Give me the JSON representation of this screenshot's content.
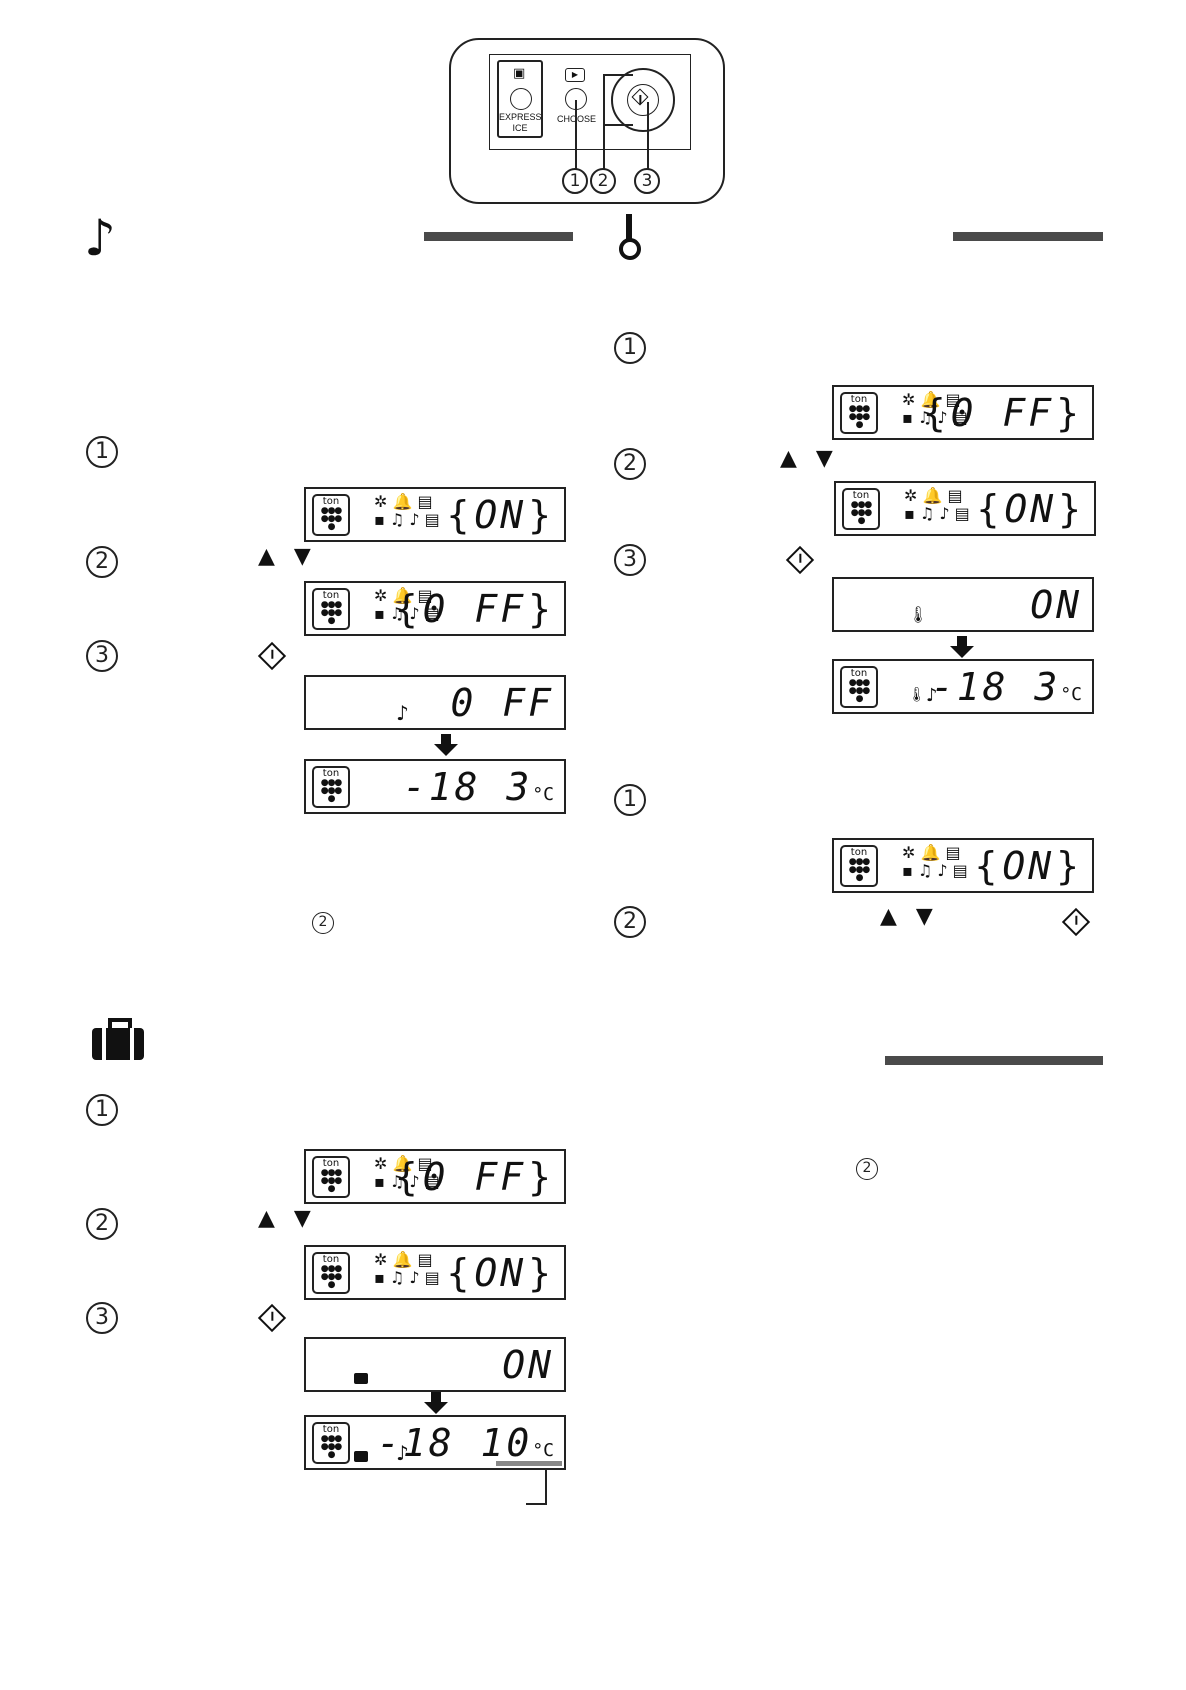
{
  "panel": {
    "express_label": "EXPRESS",
    "ice_label": "ICE",
    "choose_label": "CHOOSE",
    "callouts": [
      "1",
      "2",
      "3"
    ]
  },
  "step_markers": [
    "1",
    "2",
    "3"
  ],
  "lcd": {
    "on": "ON",
    "off": "0 FF",
    "temp_a": "-18  3",
    "temp_b": "-18 10",
    "unit": "°C",
    "grape_on": "ton"
  },
  "symbols": {
    "note": "♪",
    "up_down": "▲ ▼"
  }
}
